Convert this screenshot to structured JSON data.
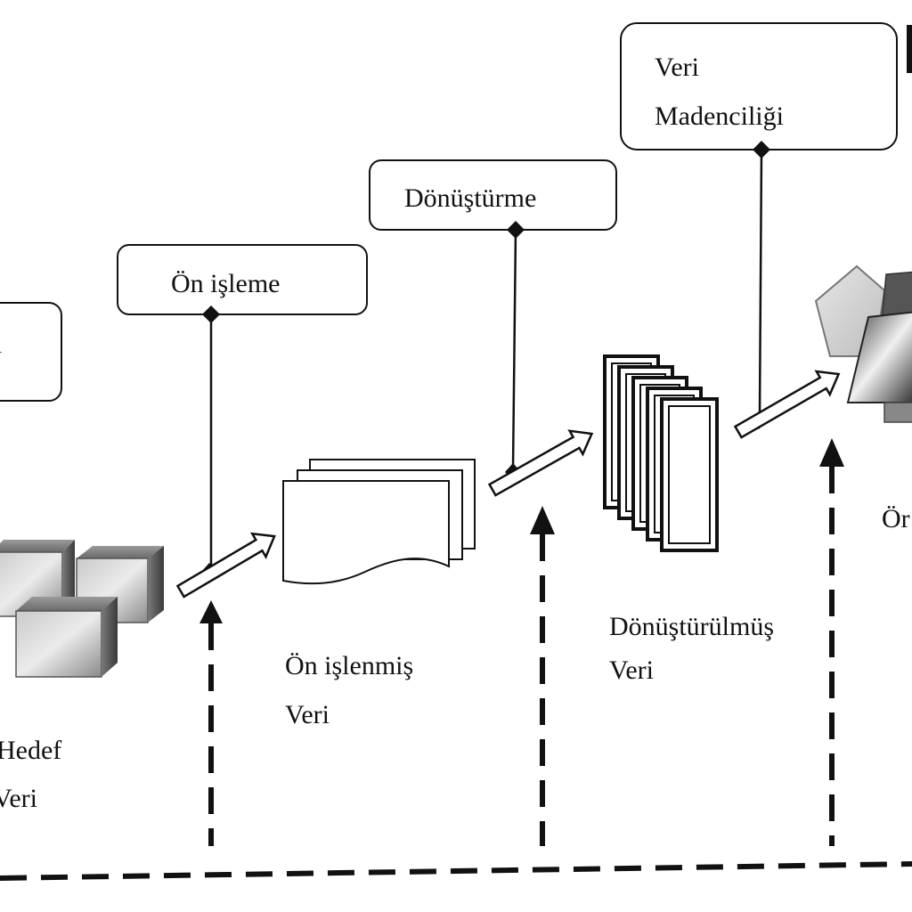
{
  "diagram": {
    "steps": {
      "left_partial": "i",
      "preprocessing": "Ön işleme",
      "transformation": "Dönüştürme",
      "data_mining_line1": "Veri",
      "data_mining_line2": "Madenciliği"
    },
    "data_labels": {
      "target_line1": "Hedef",
      "target_line2": "Veri",
      "preprocessed_line1": "Ön işlenmiş",
      "preprocessed_line2": "Veri",
      "transformed_line1": "Dönüştürülmüş",
      "transformed_line2": "Veri",
      "patterns_partial": "Ör"
    }
  }
}
